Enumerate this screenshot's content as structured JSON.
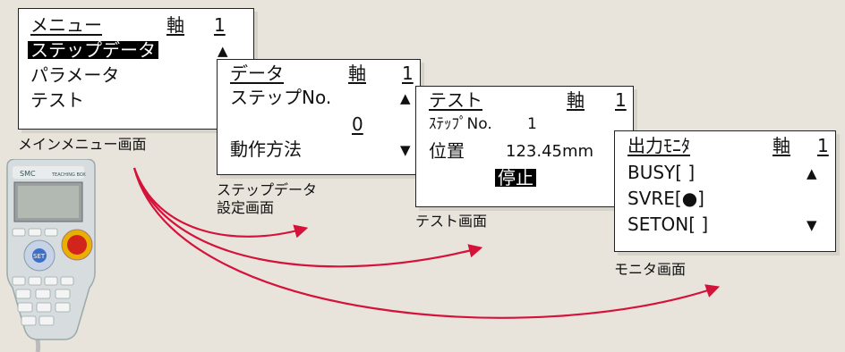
{
  "main_menu": {
    "title": "メニュー",
    "axis_label": "軸",
    "axis_num": "1",
    "items": [
      "ステップデータ",
      "パラメータ",
      "テスト"
    ],
    "caption": "メインメニュー画面"
  },
  "step_data": {
    "title": "データ",
    "axis_label": "軸",
    "axis_num": "1",
    "step_label": "ステップNo.",
    "step_value": "0",
    "operation_label": "動作方法",
    "caption_line1": "ステップデータ",
    "caption_line2": "設定画面"
  },
  "test": {
    "title": "テスト",
    "axis_label": "軸",
    "axis_num": "1",
    "step_label": "ｽﾃｯﾌﾟNo.",
    "step_num": "1",
    "position_label": "位置",
    "position_value": "123.45mm",
    "status": "停止",
    "caption": "テスト画面"
  },
  "monitor": {
    "title": "出力ﾓﾆﾀ",
    "axis_label": "軸",
    "axis_num": "1",
    "busy": "BUSY[ ]",
    "svre": "SVRE[●]",
    "seton": "SETON[ ]",
    "caption": "モニタ画面"
  },
  "device": {
    "brand": "SMC",
    "model": "TEACHING BOX",
    "set_key": "SET"
  },
  "colors": {
    "arrow": "#d4123a",
    "background": "#e8e4dc"
  }
}
